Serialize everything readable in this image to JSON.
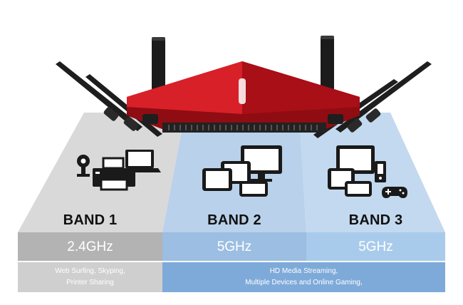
{
  "bands": [
    {
      "title": "BAND 1",
      "frequency": "2.4GHz",
      "icon": "printer-computer-icon"
    },
    {
      "title": "BAND 2",
      "frequency": "5GHz",
      "icon": "devices-icon"
    },
    {
      "title": "BAND 3",
      "frequency": "5GHz",
      "icon": "gaming-devices-icon"
    }
  ],
  "descriptions": {
    "band1": [
      "Web Surfing, Skyping,",
      "Printer Sharing"
    ],
    "band23": [
      "HD Media Streaming,",
      "Multiple Devices and Online Gaming,"
    ]
  },
  "colors": {
    "band1_light": "#dcdcdc",
    "band1_mid": "#b4b4b4",
    "band1_dark": "#d2d2d2",
    "band2_light": "#bcd3ea",
    "band2_mid": "#9dbfe2",
    "band2_dark": "#7eaad8",
    "band3_light": "#c6dbef",
    "band3_mid": "#aecdeb",
    "router_red": "#c8141c"
  }
}
